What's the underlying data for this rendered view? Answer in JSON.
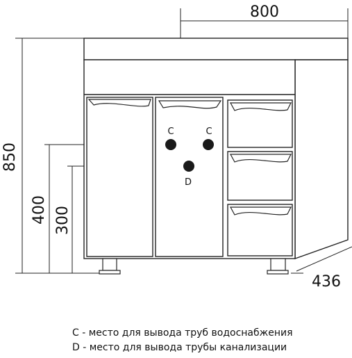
{
  "dimensions": {
    "width": "800",
    "height": "850",
    "depth": "436",
    "supply_height": "400",
    "drain_height": "300"
  },
  "markers": {
    "supply_label": "C",
    "drain_label": "D"
  },
  "legend": {
    "supply": "С - место для вывода труб водоснабжения",
    "drain": "D - место для вывода трубы канализации"
  }
}
